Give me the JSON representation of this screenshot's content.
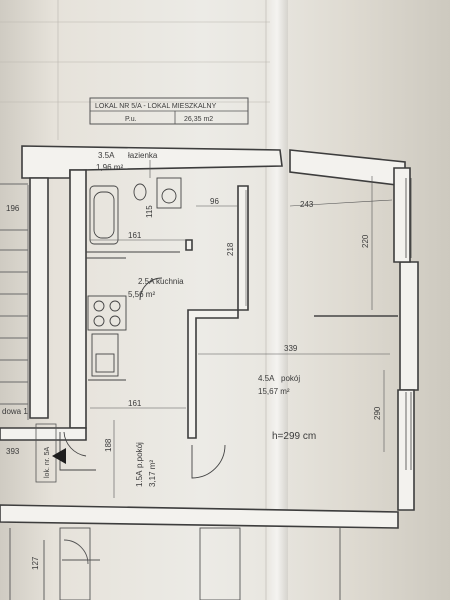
{
  "title_block": {
    "title": "LOKAL NR 5/A - LOKAL MIESZKALNY",
    "area_label": "P.u.",
    "area_value": "26,35 m2"
  },
  "rooms": {
    "bathroom": {
      "number": "3.5A",
      "name": "łazienka",
      "area": "1,96 m²"
    },
    "kitchen": {
      "number": "2.5A",
      "name": "kuchnia",
      "area": "5,56 m²"
    },
    "hall": {
      "number": "1.5A",
      "name": "p.pokój",
      "area": "3,17 m²"
    },
    "room": {
      "number": "4.5A",
      "name": "pokój",
      "area": "15,67 m²"
    },
    "height_note": "h=299 cm"
  },
  "dimensions": {
    "d115": "115",
    "d96": "96",
    "d243": "243",
    "d220": "220",
    "d161_top": "161",
    "d218": "218",
    "d339": "339",
    "d161_bottom": "161",
    "d188": "188",
    "d290": "290",
    "d196": "196",
    "d393": "393",
    "d127": "127"
  },
  "labels": {
    "neighbor_unit": "lok. nr. 5A",
    "floor_label": "dowa 1"
  }
}
